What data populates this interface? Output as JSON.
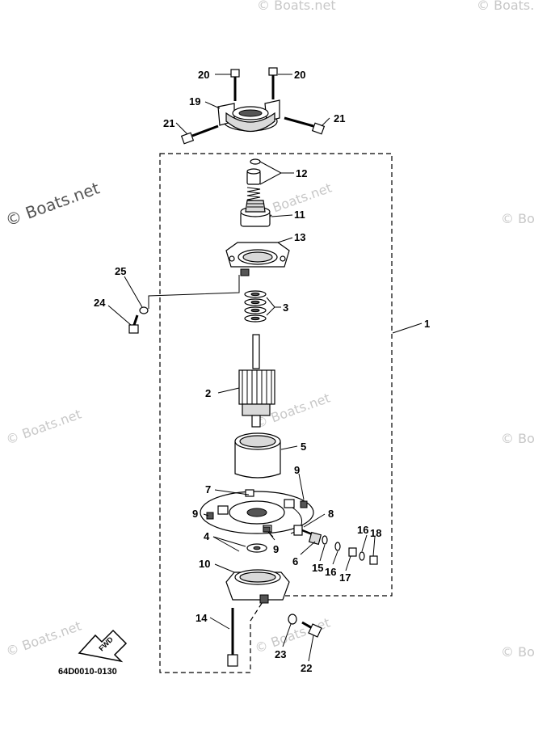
{
  "watermark": {
    "main": "© Boats.net",
    "faint": "© Boats.net"
  },
  "diagram_code": "64D0010-0130",
  "fwd_label": "FWD",
  "callouts": {
    "c1": "1",
    "c2": "2",
    "c3": "3",
    "c4": "4",
    "c5": "5",
    "c6": "6",
    "c7": "7",
    "c8": "8",
    "c9a": "9",
    "c9b": "9",
    "c9c": "9",
    "c10": "10",
    "c11": "11",
    "c12": "12",
    "c13": "13",
    "c14": "14",
    "c15": "15",
    "c16a": "16",
    "c16b": "16",
    "c17": "17",
    "c18": "18",
    "c19": "19",
    "c20a": "20",
    "c20b": "20",
    "c21a": "21",
    "c21b": "21",
    "c22": "22",
    "c23": "23",
    "c24": "24",
    "c25": "25"
  }
}
